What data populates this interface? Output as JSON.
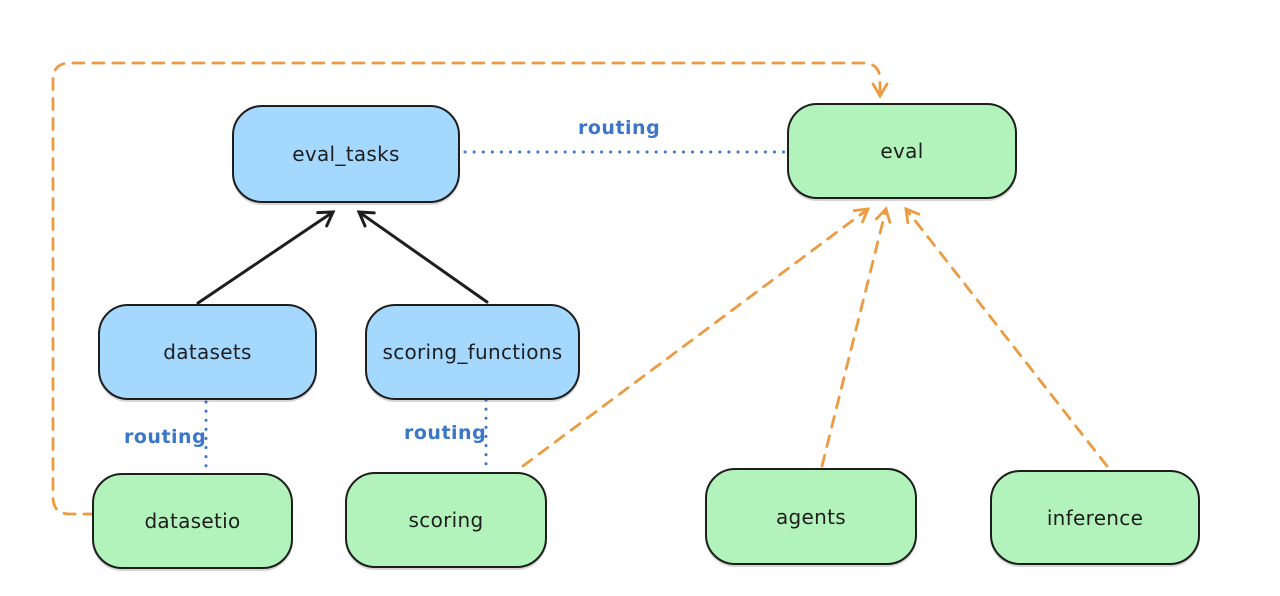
{
  "diagram": {
    "background_color": "#ffffff",
    "colors": {
      "node_blue_fill": "#a5d8ff",
      "node_green_fill": "#b2f2bb",
      "node_border": "#1e1e1e",
      "arrow_black": "#1e1e1e",
      "arrow_orange": "#ec9b40",
      "routing_blue": "#3b76c8"
    },
    "nodes": [
      {
        "id": "eval_tasks",
        "label": "eval_tasks",
        "color": "blue"
      },
      {
        "id": "eval",
        "label": "eval",
        "color": "green"
      },
      {
        "id": "datasets",
        "label": "datasets",
        "color": "blue"
      },
      {
        "id": "scoring_functions",
        "label": "scoring_functions",
        "color": "blue"
      },
      {
        "id": "datasetio",
        "label": "datasetio",
        "color": "green"
      },
      {
        "id": "scoring",
        "label": "scoring",
        "color": "green"
      },
      {
        "id": "agents",
        "label": "agents",
        "color": "green"
      },
      {
        "id": "inference",
        "label": "inference",
        "color": "green"
      }
    ],
    "edges": [
      {
        "from": "datasets",
        "to": "eval_tasks",
        "style": "solid-black-arrow",
        "label": ""
      },
      {
        "from": "scoring_functions",
        "to": "eval_tasks",
        "style": "solid-black-arrow",
        "label": ""
      },
      {
        "from": "eval_tasks",
        "to": "eval",
        "style": "dotted-blue",
        "label": "routing"
      },
      {
        "from": "datasets",
        "to": "datasetio",
        "style": "dotted-blue",
        "label": "routing"
      },
      {
        "from": "scoring_functions",
        "to": "scoring",
        "style": "dotted-blue",
        "label": "routing"
      },
      {
        "from": "scoring",
        "to": "eval",
        "style": "dashed-orange-arrow",
        "label": ""
      },
      {
        "from": "agents",
        "to": "eval",
        "style": "dashed-orange-arrow",
        "label": ""
      },
      {
        "from": "inference",
        "to": "eval",
        "style": "dashed-orange-arrow",
        "label": ""
      },
      {
        "from": "datasetio",
        "to": "eval",
        "style": "dashed-orange-arrow-loop",
        "label": ""
      }
    ]
  }
}
